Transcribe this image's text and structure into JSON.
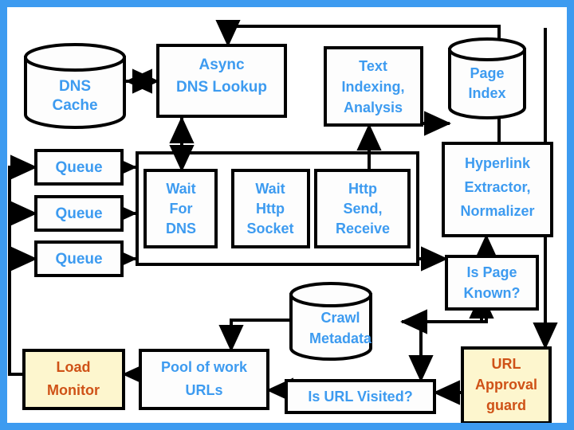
{
  "slide": {
    "title": "Web Crawler Architecture Diagram",
    "border_color": "#3d9bf0",
    "background": "#ffffff",
    "text_color": "#3d9bf0",
    "accent_text_color": "#cf5217",
    "highlight_fill": "#fdf6ce",
    "line_color": "#000000"
  },
  "nodes": {
    "dns_cache": {
      "label_lines": [
        "DNS",
        "Cache"
      ],
      "shape": "cylinder"
    },
    "async_dns_lookup": {
      "label_lines": [
        "Async",
        "DNS Lookup"
      ],
      "shape": "box"
    },
    "text_indexing": {
      "label_lines": [
        "Text",
        "Indexing,",
        "Analysis"
      ],
      "shape": "box"
    },
    "page_index": {
      "label_lines": [
        "Page",
        "Index"
      ],
      "shape": "cylinder"
    },
    "queue_1": {
      "label_lines": [
        "Queue"
      ],
      "shape": "box"
    },
    "queue_2": {
      "label_lines": [
        "Queue"
      ],
      "shape": "box"
    },
    "queue_3": {
      "label_lines": [
        "Queue"
      ],
      "shape": "box"
    },
    "wait_for_dns": {
      "label_lines": [
        "Wait",
        "For",
        "DNS"
      ],
      "shape": "box"
    },
    "wait_http_socket": {
      "label_lines": [
        "Wait",
        "Http",
        "Socket"
      ],
      "shape": "box"
    },
    "http_send_receive": {
      "label_lines": [
        "Http",
        "Send,",
        "Receive"
      ],
      "shape": "box"
    },
    "hyperlink_extractor": {
      "label_lines": [
        "Hyperlink",
        "Extractor,",
        "Normalizer"
      ],
      "shape": "box"
    },
    "is_page_known": {
      "label_lines": [
        "Is Page",
        "Known?"
      ],
      "shape": "box"
    },
    "crawl_metadata": {
      "label_lines": [
        "Crawl",
        "Metadata"
      ],
      "shape": "cylinder"
    },
    "load_monitor": {
      "label_lines": [
        "Load",
        "Monitor"
      ],
      "shape": "box",
      "style": "highlight"
    },
    "pool_of_work_urls": {
      "label_lines": [
        "Pool of work",
        "URLs"
      ],
      "shape": "box"
    },
    "is_url_visited": {
      "label_lines": [
        "Is URL Visited?"
      ],
      "shape": "box"
    },
    "url_approval_guard": {
      "label_lines": [
        "URL",
        "Approval",
        "guard"
      ],
      "shape": "box",
      "style": "highlight"
    }
  },
  "edges": [
    {
      "from": "dns_cache",
      "to": "async_dns_lookup",
      "kind": "bidirectional"
    },
    {
      "from": "wait_for_dns",
      "to": "async_dns_lookup",
      "kind": "bidirectional"
    },
    {
      "from": "text_indexing",
      "to": "page_index",
      "kind": "directed"
    },
    {
      "from": "http_send_receive",
      "to": "text_indexing",
      "kind": "directed"
    },
    {
      "from": "queue_1",
      "to": "worker_container",
      "kind": "directed"
    },
    {
      "from": "queue_2",
      "to": "worker_container",
      "kind": "directed"
    },
    {
      "from": "queue_3",
      "to": "worker_container",
      "kind": "directed"
    },
    {
      "from": "worker_container",
      "to": "is_page_known",
      "kind": "directed"
    },
    {
      "from": "is_page_known",
      "to": "hyperlink_extractor",
      "kind": "directed"
    },
    {
      "from": "is_page_known",
      "to": "crawl_metadata",
      "kind": "directed"
    },
    {
      "from": "hyperlink_extractor",
      "to": "async_dns_lookup",
      "kind": "directed"
    },
    {
      "from": "hyperlink_extractor",
      "to": "url_approval_guard",
      "kind": "directed"
    },
    {
      "from": "url_approval_guard",
      "to": "is_url_visited",
      "kind": "directed"
    },
    {
      "from": "is_url_visited",
      "to": "pool_of_work_urls",
      "kind": "directed"
    },
    {
      "from": "is_url_visited",
      "to": "crawl_metadata",
      "kind": "directed"
    },
    {
      "from": "pool_of_work_urls",
      "to": "load_monitor",
      "kind": "directed"
    },
    {
      "from": "load_monitor",
      "to": "queue_1",
      "kind": "directed"
    },
    {
      "from": "load_monitor",
      "to": "queue_2",
      "kind": "directed"
    },
    {
      "from": "load_monitor",
      "to": "queue_3",
      "kind": "directed"
    }
  ]
}
